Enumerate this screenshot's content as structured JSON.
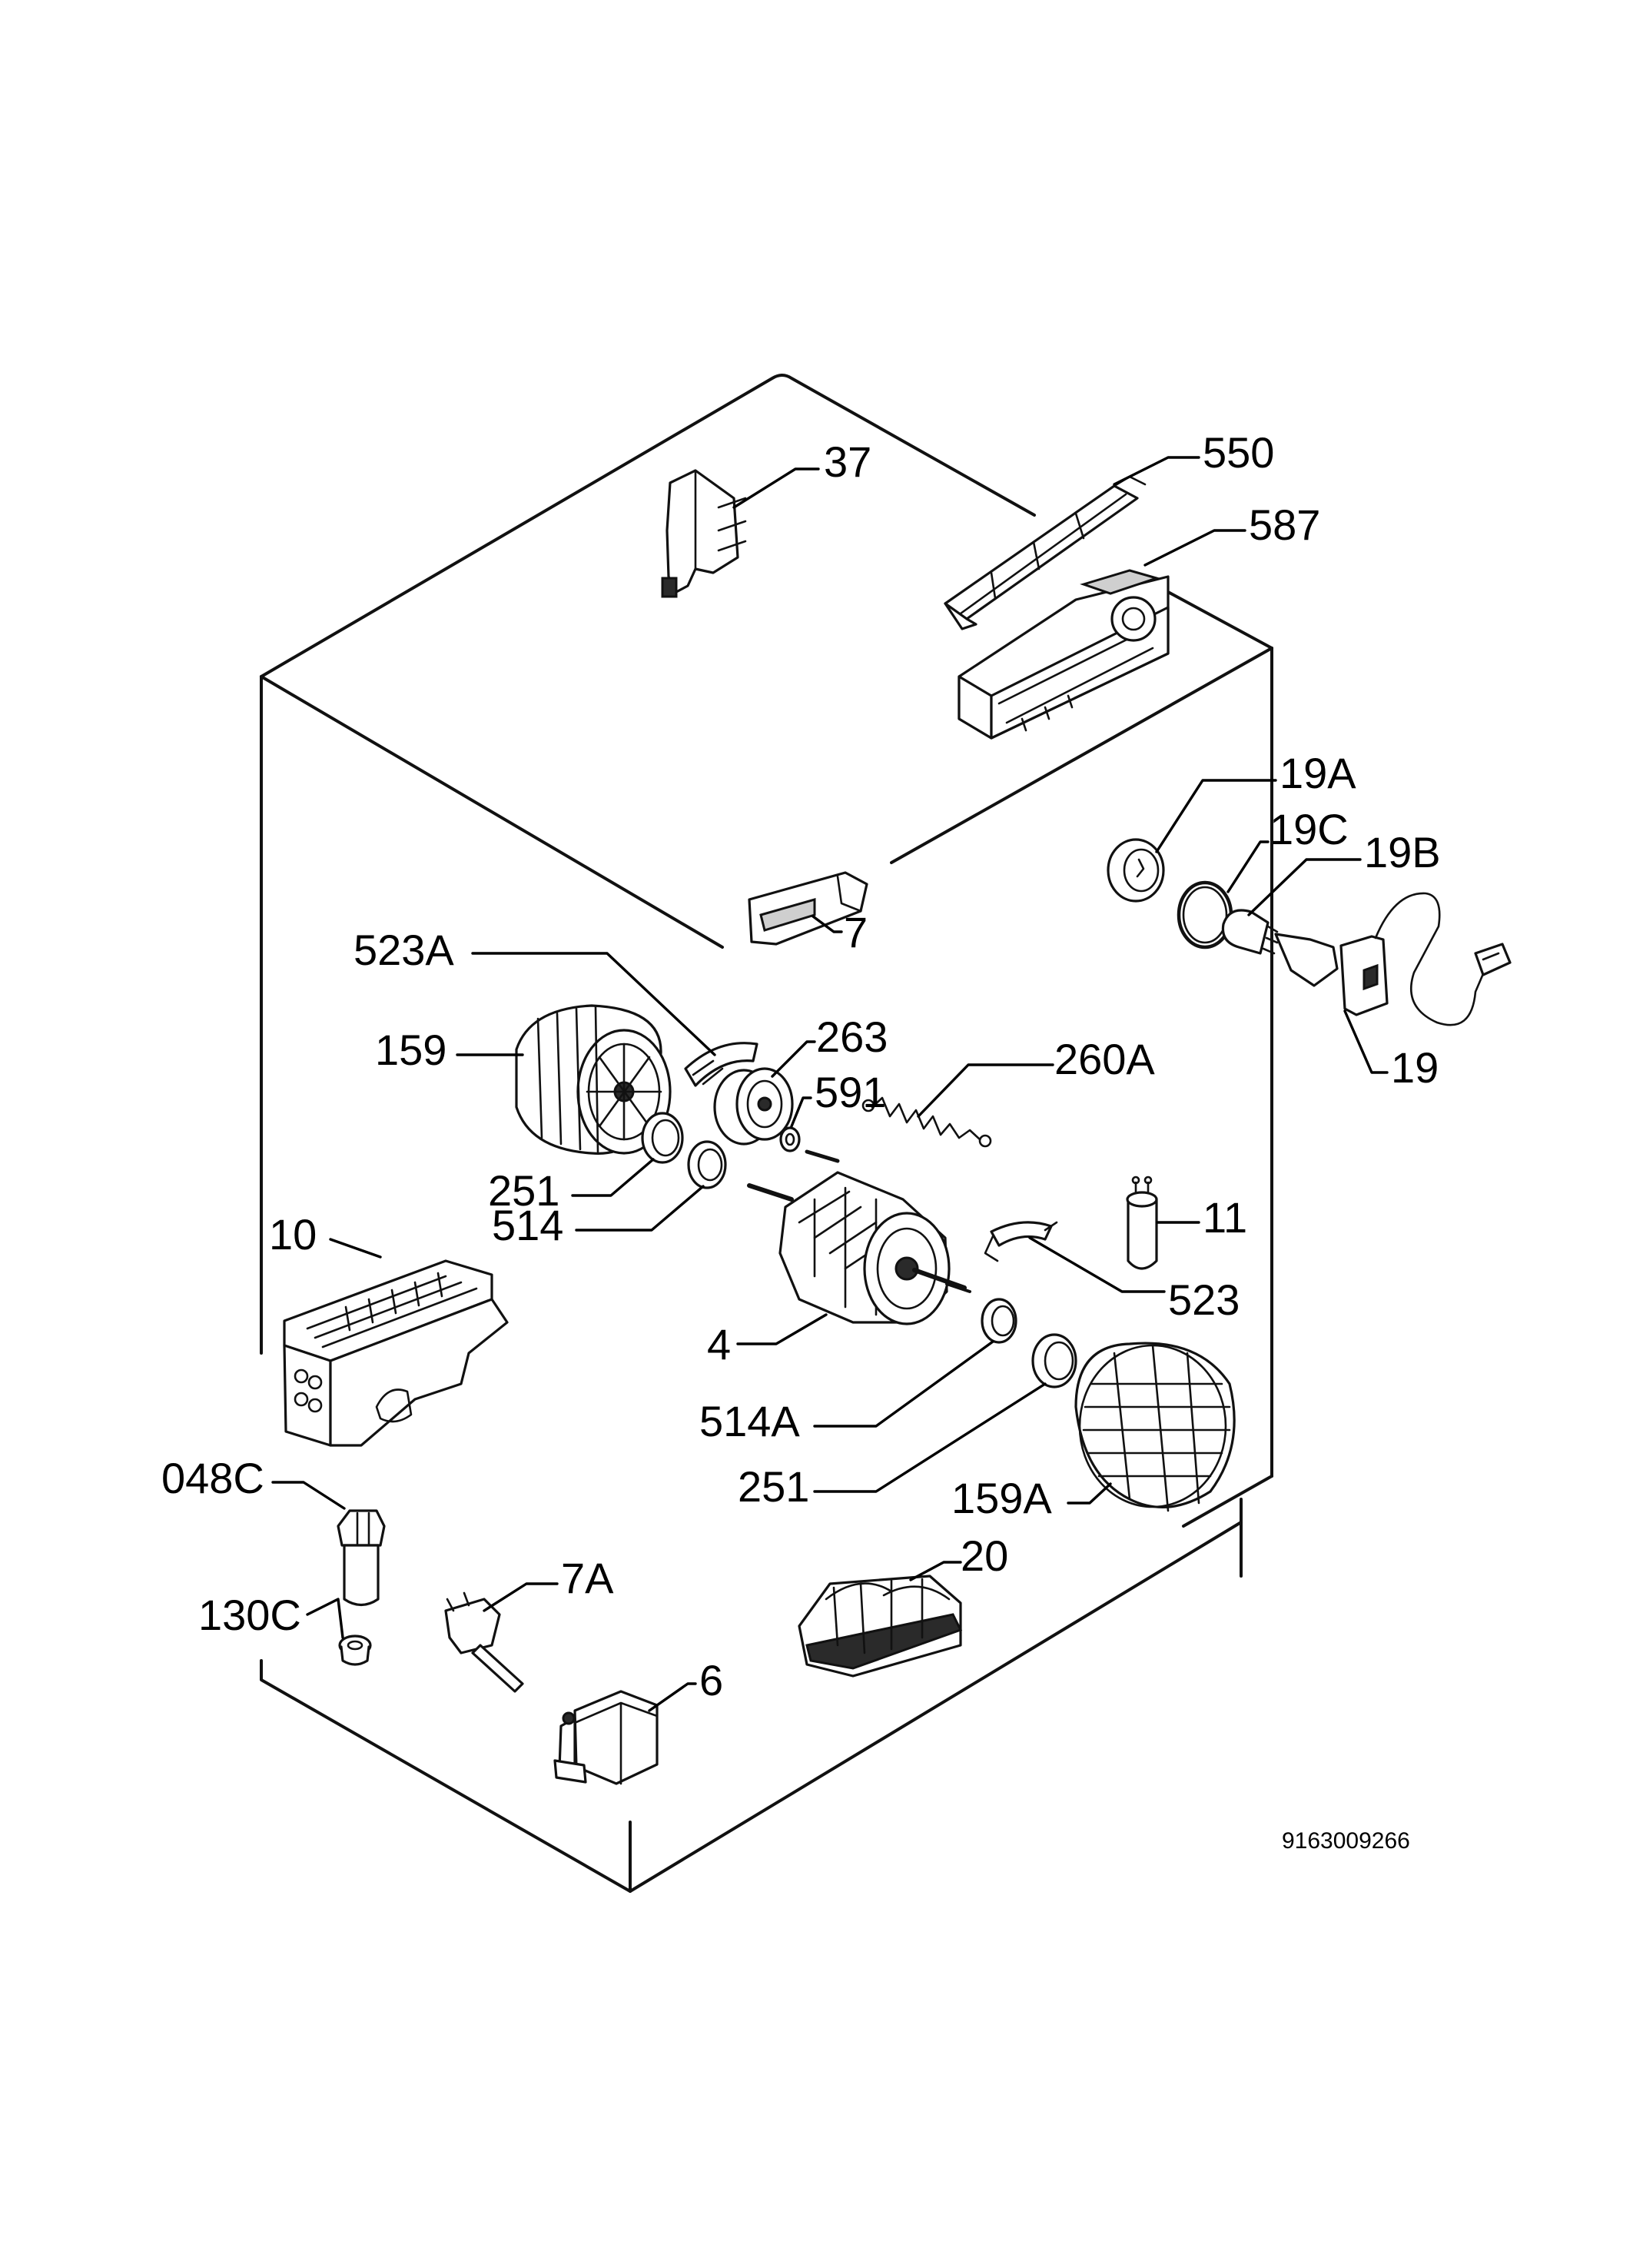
{
  "diagram": {
    "drawing_number": "9163009266",
    "parts": [
      {
        "key": "p37",
        "label": "37"
      },
      {
        "key": "p550",
        "label": "550"
      },
      {
        "key": "p587",
        "label": "587"
      },
      {
        "key": "p19A",
        "label": "19A"
      },
      {
        "key": "p19C",
        "label": "19C"
      },
      {
        "key": "p19B",
        "label": "19B"
      },
      {
        "key": "p19",
        "label": "19"
      },
      {
        "key": "p7",
        "label": "7"
      },
      {
        "key": "p523A",
        "label": "523A"
      },
      {
        "key": "p263",
        "label": "263"
      },
      {
        "key": "p159",
        "label": "159"
      },
      {
        "key": "p591",
        "label": "591"
      },
      {
        "key": "p260A",
        "label": "260A"
      },
      {
        "key": "p251a",
        "label": "251"
      },
      {
        "key": "p514",
        "label": "514"
      },
      {
        "key": "p11",
        "label": "11"
      },
      {
        "key": "p10",
        "label": "10"
      },
      {
        "key": "p523",
        "label": "523"
      },
      {
        "key": "p4",
        "label": "4"
      },
      {
        "key": "p514A",
        "label": "514A"
      },
      {
        "key": "p251b",
        "label": "251"
      },
      {
        "key": "p159A",
        "label": "159A"
      },
      {
        "key": "p048C",
        "label": "048C"
      },
      {
        "key": "p7A",
        "label": "7A"
      },
      {
        "key": "p20",
        "label": "20"
      },
      {
        "key": "p130C",
        "label": "130C"
      },
      {
        "key": "p6",
        "label": "6"
      }
    ]
  }
}
